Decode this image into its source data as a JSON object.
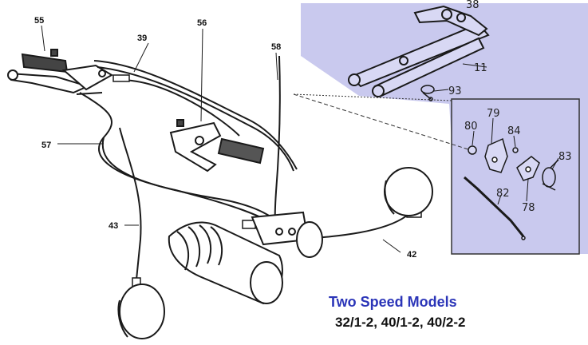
{
  "colors": {
    "panel_fill": "#c9c9ee",
    "line": "#1a1a1a",
    "caption_title": "#2b35b8"
  },
  "parts": {
    "p55": "55",
    "p39": "39",
    "p56": "56",
    "p58": "58",
    "p57": "57",
    "p43": "43",
    "p42": "42",
    "p11": "11",
    "p93": "93",
    "p79": "79",
    "p80": "80",
    "p84": "84",
    "p83": "83",
    "p82": "82",
    "p78": "78",
    "p38": "38"
  },
  "caption": {
    "title": "Two Speed Models",
    "models": "32/1-2, 40/1-2, 40/2-2"
  }
}
